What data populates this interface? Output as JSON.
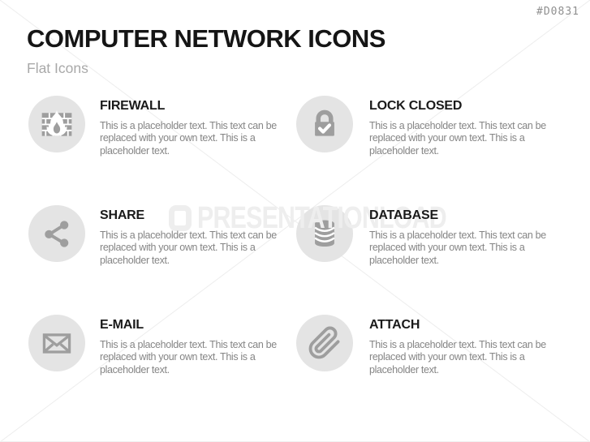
{
  "slide": {
    "product_code": "#D0831",
    "title": "COMPUTER NETWORK ICONS",
    "subtitle": "Flat Icons",
    "watermark_text": "PRESENTATIONLOAD"
  },
  "items": [
    {
      "name": "firewall",
      "title": "FIREWALL",
      "icon": "firewall-icon",
      "body": "This is a placeholder text. This text can be replaced with your own text. This is a placeholder text."
    },
    {
      "name": "lock-closed",
      "title": "LOCK CLOSED",
      "icon": "lock-closed-icon",
      "body": "This is a placeholder text. This text can be replaced with your own text. This is a placeholder text."
    },
    {
      "name": "share",
      "title": "SHARE",
      "icon": "share-icon",
      "body": "This is a placeholder text. This text can be replaced with your own text. This is a placeholder text."
    },
    {
      "name": "database",
      "title": "DATABASE",
      "icon": "database-icon",
      "body": "This is a placeholder text. This text can be replaced with your own text. This is a placeholder text."
    },
    {
      "name": "e-mail",
      "title": "E-MAIL",
      "icon": "email-icon",
      "body": "This is a placeholder text. This text can be replaced with your own text. This is a placeholder text."
    },
    {
      "name": "attach",
      "title": "ATTACH",
      "icon": "attach-icon",
      "body": "This is a placeholder text. This text can be replaced with your own text. This is a placeholder text."
    }
  ],
  "colors": {
    "icon_circle": "#e4e4e4",
    "icon_glyph": "#9e9e9e",
    "heading_text": "#1a1a1a",
    "body_text": "#858585",
    "subtitle_text": "#a9a9a9",
    "watermark": "#eeeeee",
    "product_code_text": "#8f8f8f"
  }
}
